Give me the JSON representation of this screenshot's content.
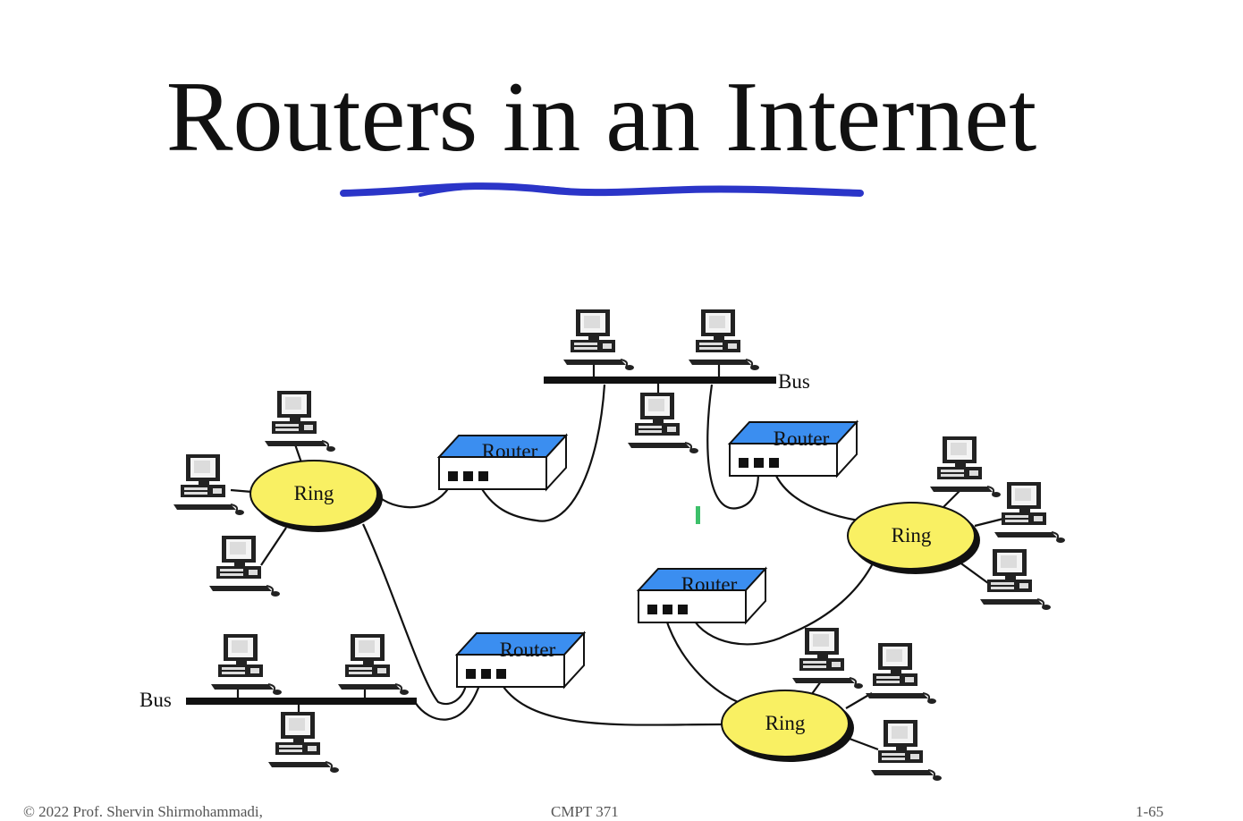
{
  "title": "Routers in an Internet",
  "colors": {
    "underline": "#2b35c8",
    "router_top": "#3b8ef0",
    "ring_fill": "#f9f063",
    "cursor": "#3dc06a"
  },
  "icons": [
    "computer-icon",
    "router-icon"
  ],
  "labels": {
    "router": "Router",
    "ring": "Ring",
    "bus": "Bus"
  },
  "footer": {
    "copyright": "© 2022 Prof. Shervin Shirmohammadi,",
    "course": "CMPT 371",
    "page": "1-65"
  }
}
